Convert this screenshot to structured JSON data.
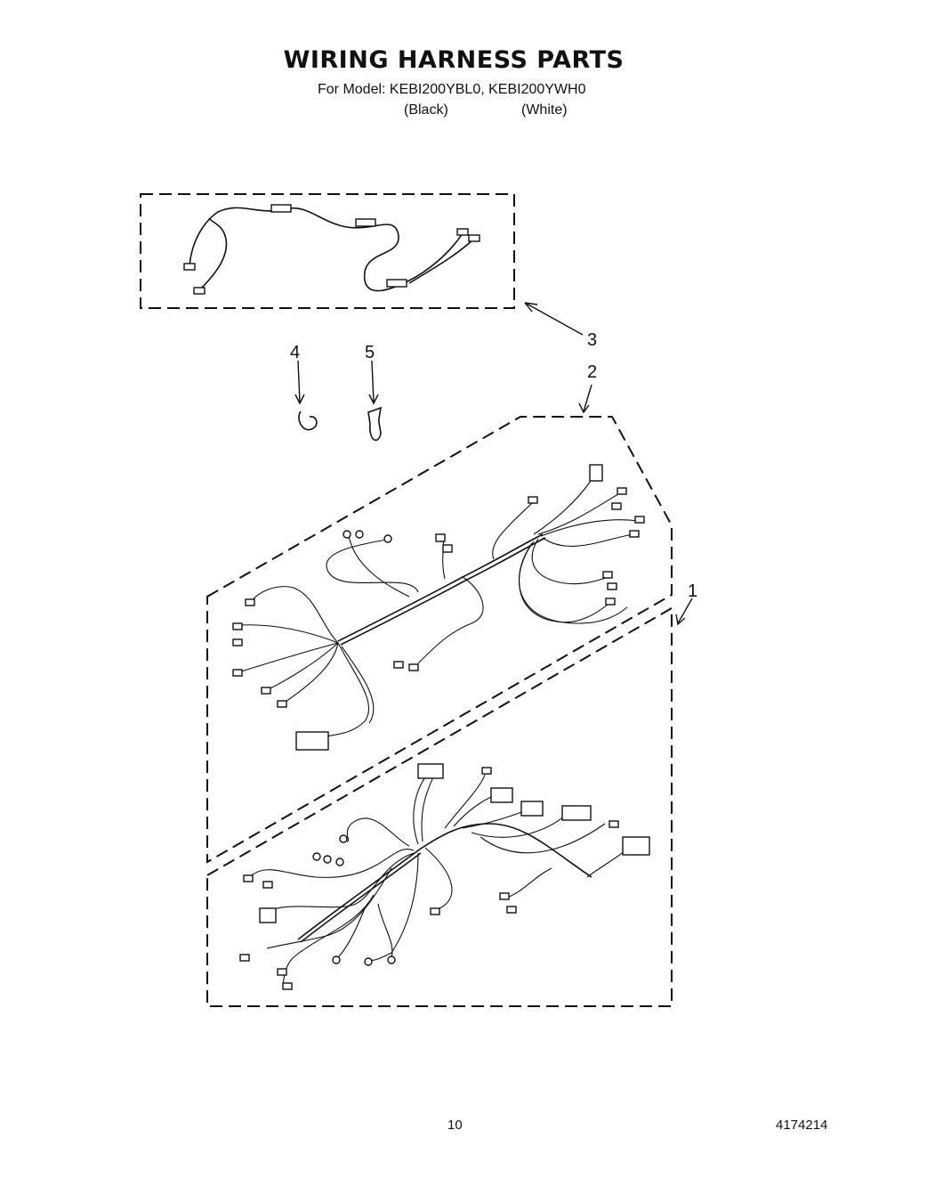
{
  "header": {
    "title": "WIRING HARNESS PARTS",
    "model_line": "For Model: KEBI200YBL0, KEBI200YWH0",
    "variants": [
      "(Black)",
      "(White)"
    ]
  },
  "callouts": [
    "1",
    "2",
    "3",
    "4",
    "5"
  ],
  "footer": {
    "page_number": "10",
    "document_number": "4174214"
  }
}
